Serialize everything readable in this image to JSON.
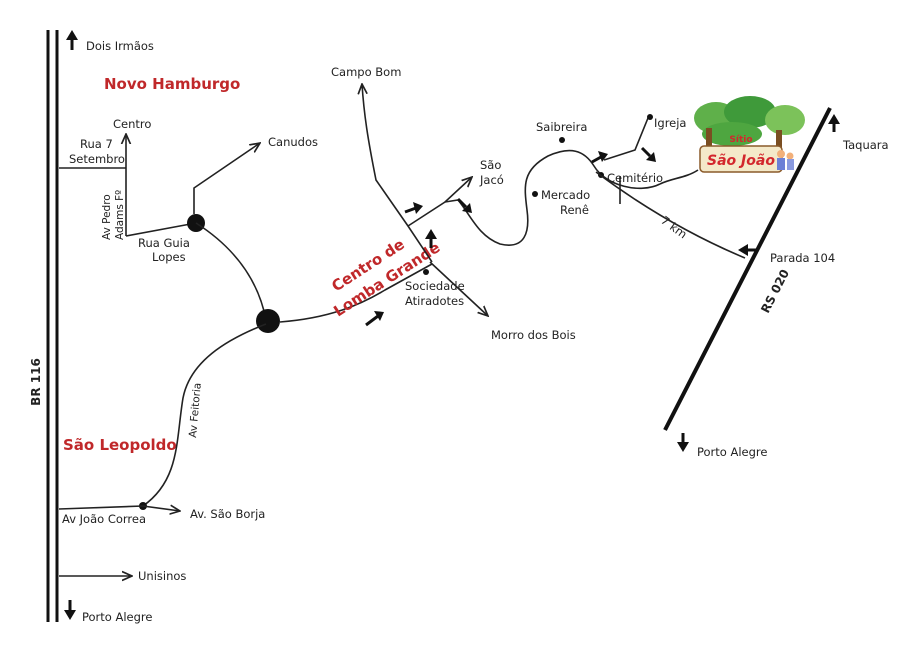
{
  "colors": {
    "city": "#c0282a",
    "ink": "#222222",
    "logo_red": "#d3272d",
    "logo_green": "#3f9a3a"
  },
  "roads": {
    "br116": "BR 116",
    "rs020": "RS 020"
  },
  "cities": {
    "novo_hamburgo": "Novo Hamburgo",
    "sao_leopoldo": "São Leopoldo",
    "lomba_line1": "Centro de",
    "lomba_line2": "Lomba Grande"
  },
  "labels": {
    "dois_irmaos": "Dois Irmãos",
    "porto_alegre_left": "Porto Alegre",
    "porto_alegre_right": "Porto Alegre",
    "centro": "Centro",
    "rua7_l1": "Rua 7",
    "rua7_l2": "Setembro",
    "av_pedro_l1": "Av Pedro",
    "av_pedro_l2": "Adams Fº",
    "rua_guia_l1": "Rua Guia",
    "rua_guia_l2": "Lopes",
    "canudos": "Canudos",
    "av_feitoria": "Av Feitoria",
    "av_joao_correa": "Av João Correa",
    "av_sao_borja": "Av. São Borja",
    "unisinos": "Unisinos",
    "campo_bom": "Campo Bom",
    "sao_jaco_l1": "São",
    "sao_jaco_l2": "Jacó",
    "sociedade_l1": "Sociedade",
    "sociedade_l2": "Atiradotes",
    "morro_dos_bois": "Morro dos Bois",
    "mercado_l1": "Mercado",
    "mercado_l2": "Renê",
    "saibreira": "Saibreira",
    "igreja": "Igreja",
    "cemiterio": "Cemitério",
    "distance": "7 km",
    "parada": "Parada 104",
    "taquara": "Taquara"
  },
  "logo": {
    "top": "Sítio",
    "main": "São João"
  }
}
